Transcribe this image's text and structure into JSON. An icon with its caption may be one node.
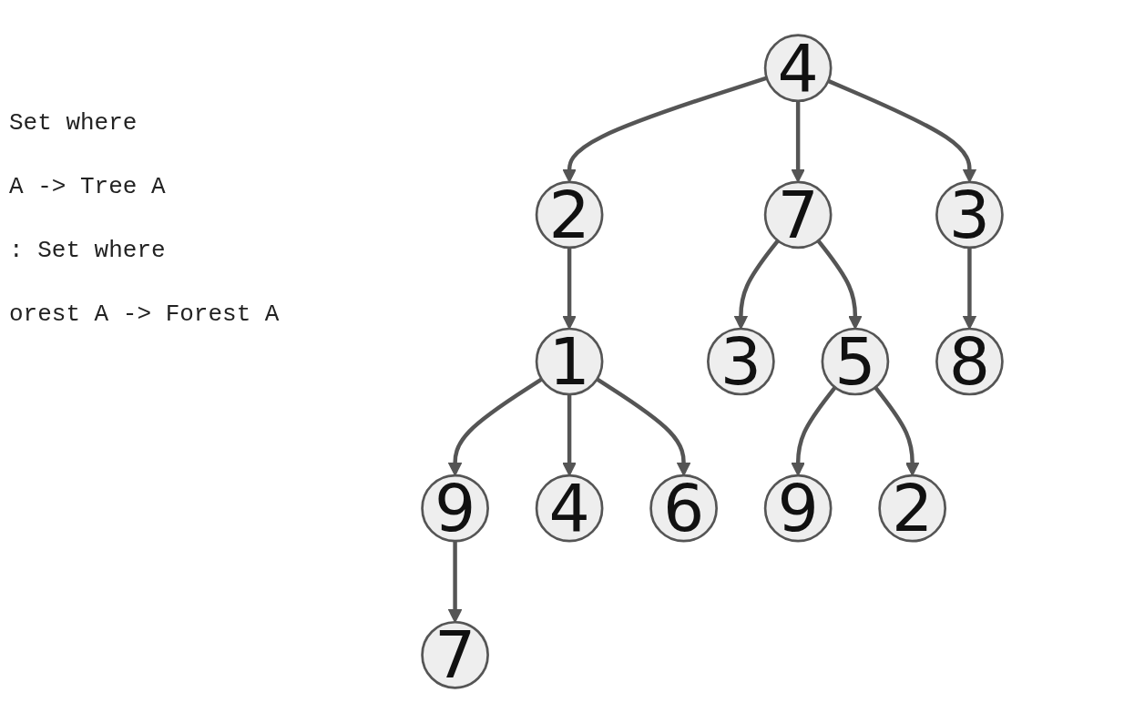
{
  "diagram": {
    "nodes": [
      {
        "text": [
          "4"
        ]
      },
      {
        "text": [
          "2"
        ]
      },
      {
        "text": [
          "7"
        ]
      },
      {
        "text": [
          "3"
        ]
      },
      {
        "text": [
          "1"
        ]
      },
      {
        "text": [
          "3"
        ]
      },
      {
        "text": [
          "5"
        ]
      },
      {
        "text": [
          "8"
        ]
      },
      {
        "text": [
          "9"
        ]
      },
      {
        "text": [
          "7"
        ]
      },
      {
        "text": [
          "4"
        ]
      },
      {
        "text": [
          "6"
        ]
      },
      {
        "text": [
          "9"
        ]
      },
      {
        "text": [
          "2"
        ]
      }
    ],
    "edges": [
      {
        "from": 0,
        "to": 1,
        "arrow": "to"
      },
      {
        "from": 0,
        "to": 2,
        "arrow": "to"
      },
      {
        "from": 0,
        "to": 3,
        "arrow": "to"
      },
      {
        "from": 1,
        "to": 4,
        "arrow": "to"
      },
      {
        "from": 2,
        "to": 5,
        "arrow": "to"
      },
      {
        "from": 2,
        "to": 6,
        "arrow": "to"
      },
      {
        "from": 3,
        "to": 7,
        "arrow": "to"
      },
      {
        "from": 4,
        "to": 8,
        "arrow": "to"
      },
      {
        "from": 4,
        "to": 10,
        "arrow": "to"
      },
      {
        "from": 4,
        "to": 11,
        "arrow": "to"
      },
      {
        "from": 8,
        "to": 9,
        "arrow": "to"
      },
      {
        "from": 6,
        "to": 12,
        "arrow": "to"
      },
      {
        "from": 6,
        "to": 13,
        "arrow": "to"
      }
    ],
    "labels": [
      "Set where",
      "A -> Tree A",
      ": Set where",
      "orest A -> Forest A"
    ]
  }
}
